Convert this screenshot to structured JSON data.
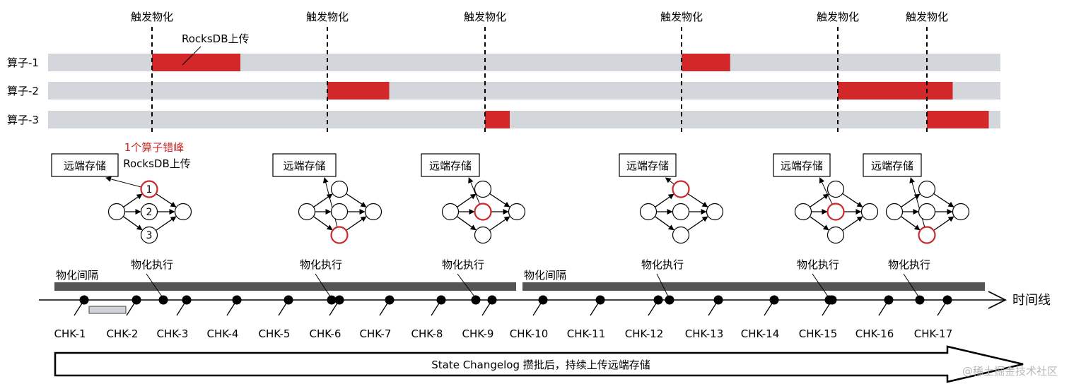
{
  "colors": {
    "track": "#d3d6db",
    "upload": "#d3282a",
    "band": "#555555",
    "progress_bar": "#cfd2d6",
    "node_red": "#cc2a2a",
    "line": "#000000"
  },
  "trigger_label": "触发物化",
  "triggers": [
    {
      "label": "触发物化"
    },
    {
      "label": "触发物化"
    },
    {
      "label": "触发物化"
    },
    {
      "label": "触发物化"
    },
    {
      "label": "触发物化"
    },
    {
      "label": "触发物化"
    }
  ],
  "upload_label": "RocksDB上传",
  "operators": [
    {
      "label": "算子-1",
      "uploads": [
        [
          0,
          1
        ],
        [
          3,
          0.55
        ]
      ]
    },
    {
      "label": "算子-2",
      "uploads": [
        [
          1,
          0.7
        ],
        [
          4,
          1.3
        ]
      ]
    },
    {
      "label": "算子-3",
      "uploads": [
        [
          2,
          0.28
        ],
        [
          5,
          0.7
        ]
      ]
    }
  ],
  "stagger_note": {
    "line1": "1个算子错峰",
    "line2": "RocksDB上传"
  },
  "remote_label": "远端存储",
  "dags": [
    {
      "box": "远端存储",
      "labels": [
        "1",
        "2",
        "3"
      ],
      "highlight": 0
    },
    {
      "box": "远端存储",
      "labels": [
        "",
        "",
        ""
      ],
      "highlight": 2
    },
    {
      "box": "远端存储",
      "labels": [
        "",
        "",
        ""
      ],
      "highlight": 1
    },
    {
      "box": "远端存储",
      "labels": [
        "",
        "",
        ""
      ],
      "highlight": 0
    },
    {
      "box": "远端存储",
      "labels": [
        "",
        "",
        ""
      ],
      "highlight": 1
    },
    {
      "box": "远端存储",
      "labels": [
        "",
        "",
        ""
      ],
      "highlight": 2
    }
  ],
  "exec_label": "物化执行",
  "interval_label": "物化间隔",
  "intervals": [
    {
      "label": "物化间隔"
    },
    {
      "label": "物化间隔"
    }
  ],
  "timeline_label": "时间线",
  "checkpoints": [
    "CHK-1",
    "CHK-2",
    "CHK-3",
    "CHK-4",
    "CHK-5",
    "CHK-6",
    "CHK-7",
    "CHK-8",
    "CHK-9",
    "CHK-10",
    "CHK-11",
    "CHK-12",
    "CHK-13",
    "CHK-14",
    "CHK-15",
    "CHK-16",
    "CHK-17"
  ],
  "changelog_label": "State Changelog 攒批后，持续上传远端存储",
  "watermark": "@稀土掘金技术社区"
}
